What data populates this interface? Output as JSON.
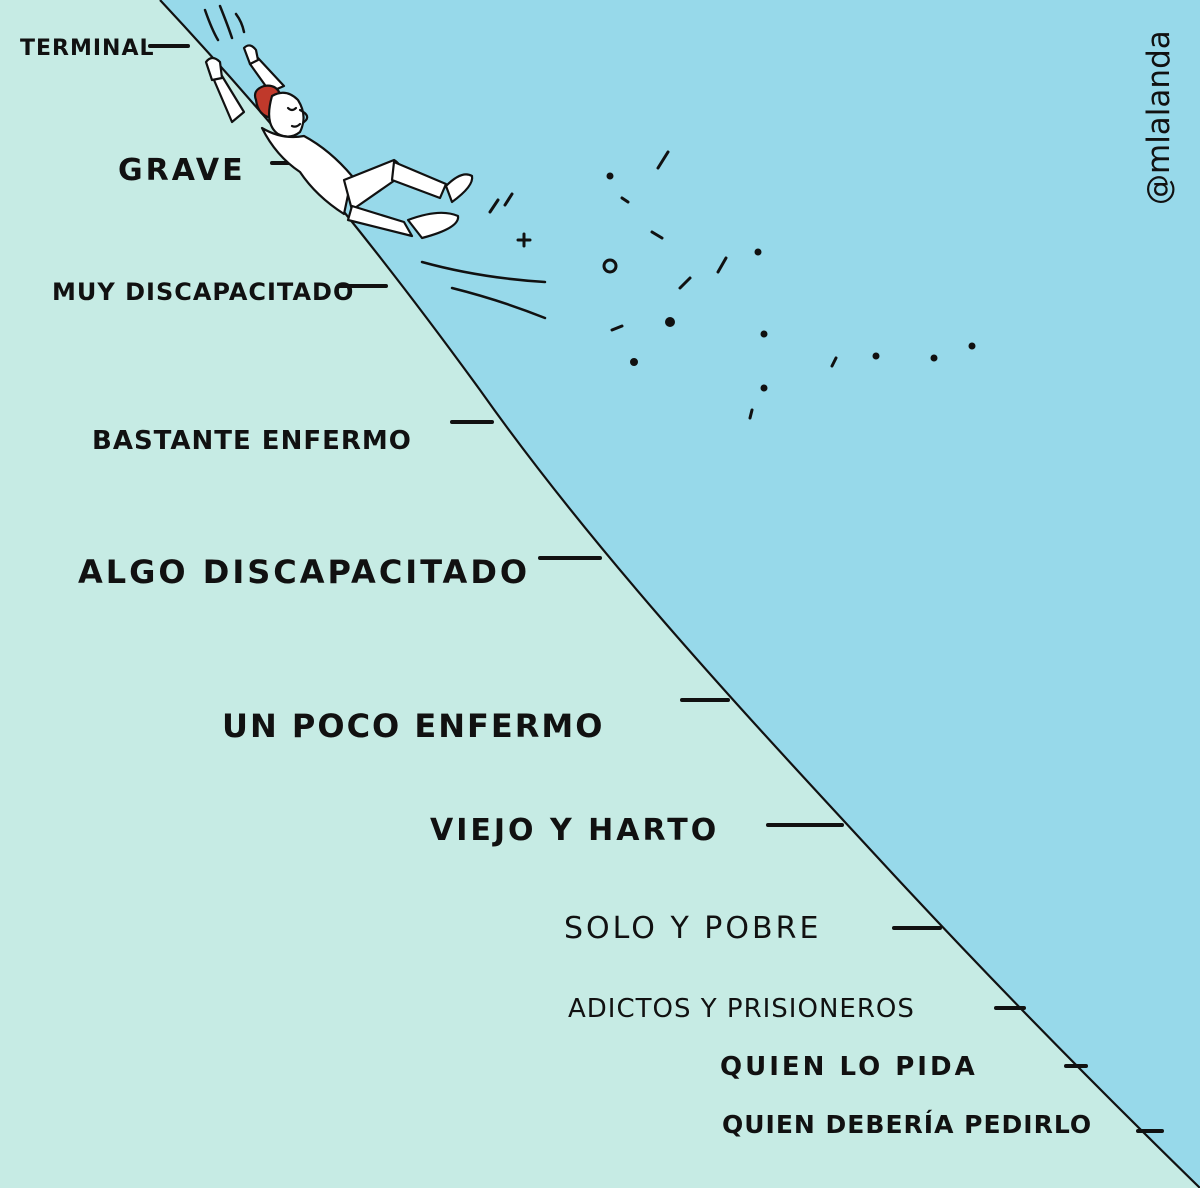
{
  "colors": {
    "slope": "#c6ebe4",
    "sky": "#97d9ea",
    "ink": "#111111",
    "hair": "#c0392b"
  },
  "signature": "@mlalanda",
  "levels": [
    "TERMINAL",
    "GRAVE",
    "MUY DISCAPACITADO",
    "BASTANTE ENFERMO",
    "ALGO DISCAPACITADO",
    "UN POCO ENFERMO",
    "VIEJO Y HARTO",
    "SOLO Y POBRE",
    "ADICTOS Y PRISIONEROS",
    "QUIEN LO PIDA",
    "QUIEN DEBERÍA PEDIRLO"
  ],
  "figure": "sliding-man"
}
